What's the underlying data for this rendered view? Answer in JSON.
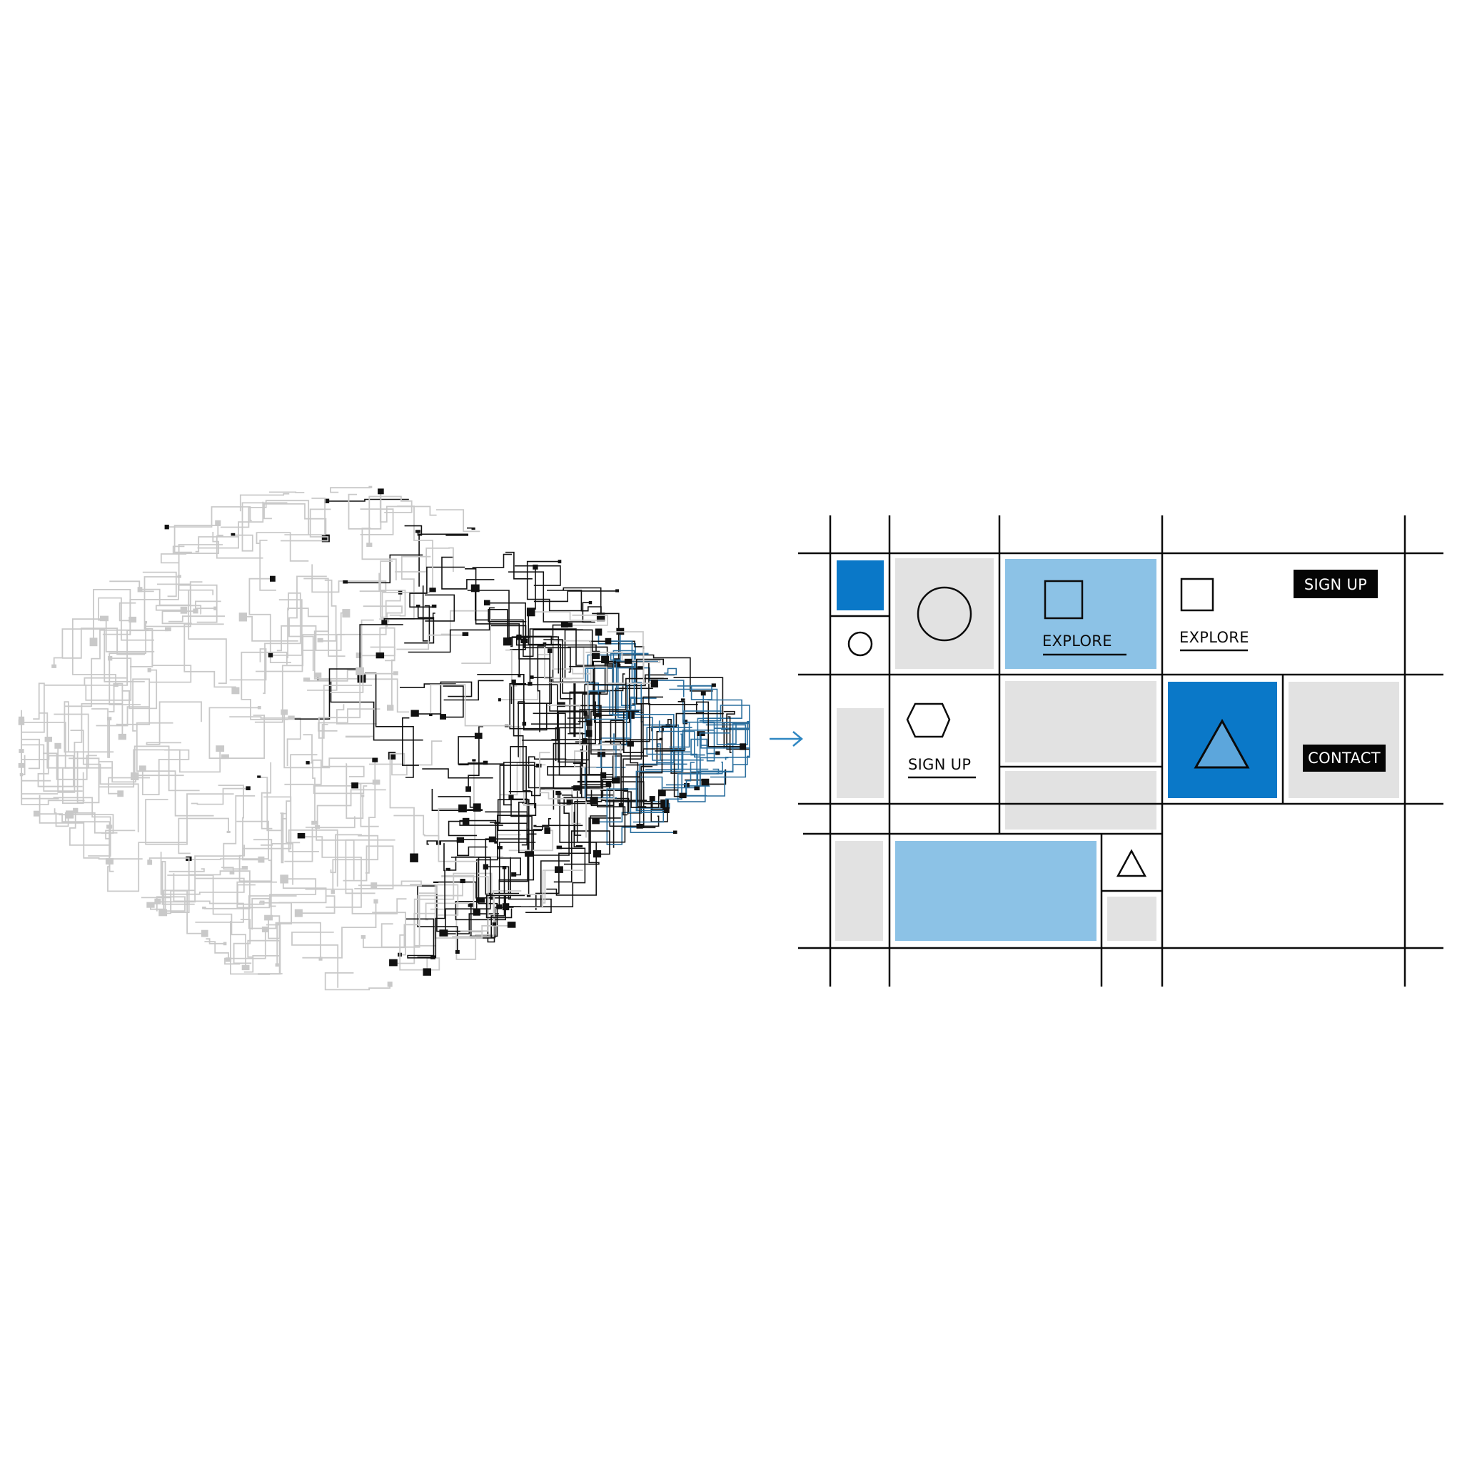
{
  "colors": {
    "background": "#ffffff",
    "ink": "#0b0b0b",
    "network_light": "#c9c9c9",
    "network_dark": "#111111",
    "network_blue": "#2b6f9e",
    "arrow": "#2f87c2",
    "accent_blue": "#0a78c8",
    "light_blue": "#8cc2e6",
    "panel_gray": "#e2e2e2"
  },
  "icons": [
    "circle-icon",
    "square-icon",
    "triangle-icon",
    "hexagon-icon"
  ],
  "labels": {
    "signup_top": "SIGN UP",
    "explore_blue": "EXPLORE",
    "explore_plain": "EXPLORE",
    "signup_mid": "SIGN UP",
    "contact": "CONTACT"
  }
}
